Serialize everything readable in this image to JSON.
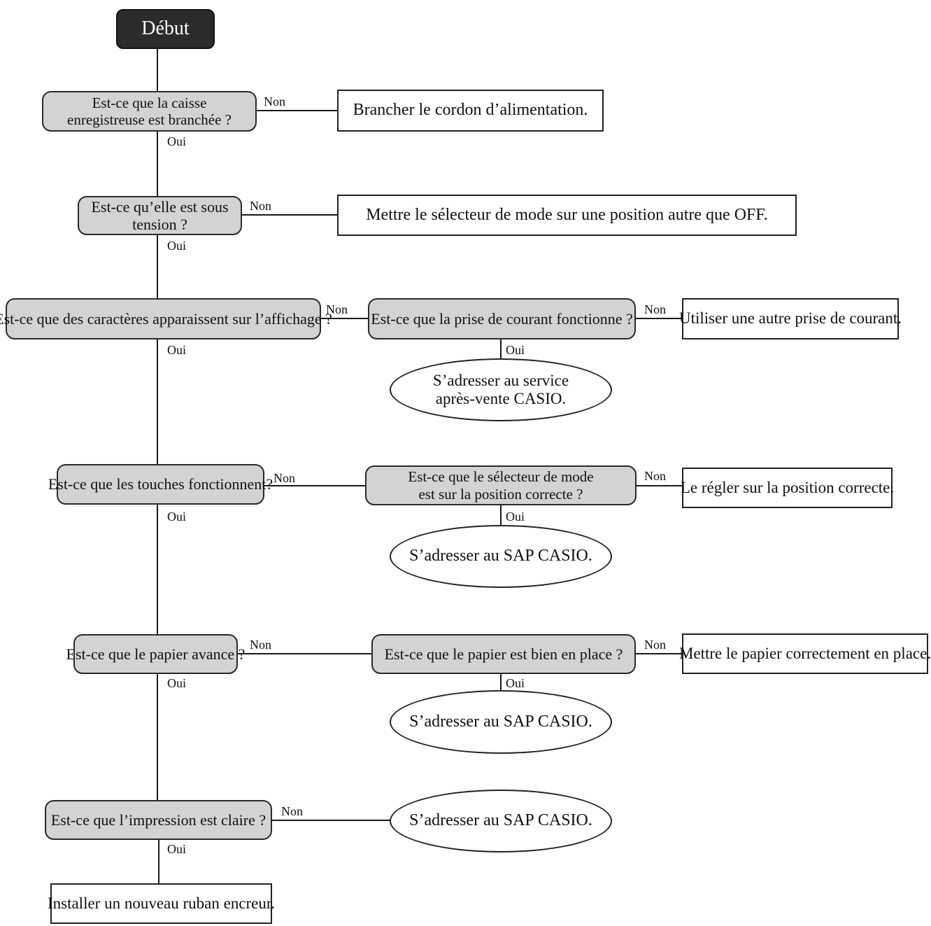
{
  "start": "Début",
  "questions": {
    "q1": "Est-ce que la caisse\nenregistreuse est branchée ?",
    "q2": "Est-ce qu’elle est sous\ntension ?",
    "q3": "Est-ce que des caractères apparaissent sur l’affichage ?",
    "q3b": "Est-ce que la prise de courant fonctionne ?",
    "q4": "Est-ce que les touches fonctionnent?",
    "q4b": "Est-ce que le sélecteur de mode\nest sur la position correcte ?",
    "q5": "Est-ce que le papier avance ?",
    "q5b": "Est-ce que le papier est bien en place ?",
    "q6": "Est-ce que l’impression est claire ?"
  },
  "actions": {
    "a1": "Brancher le cordon d’alimentation.",
    "a2": "Mettre le sélecteur de mode sur une position autre que OFF.",
    "a3": "Utiliser une autre prise de courant.",
    "a4": "Le régler sur la position correcte.",
    "a5": "Mettre le papier correctement en place.",
    "a6": "Installer un nouveau ruban encreur."
  },
  "service": {
    "s3": "S’adresser au service\naprès-vente CASIO.",
    "s4": "S’adresser au SAP CASIO.",
    "s5": "S’adresser au SAP CASIO.",
    "s6": "S’adresser au SAP CASIO."
  },
  "labels": {
    "yes": "Oui",
    "no": "Non"
  },
  "colors": {
    "start_fill": "#2b2b2b",
    "question_fill": "#d3d3d3",
    "line": "#1a1a1a"
  }
}
